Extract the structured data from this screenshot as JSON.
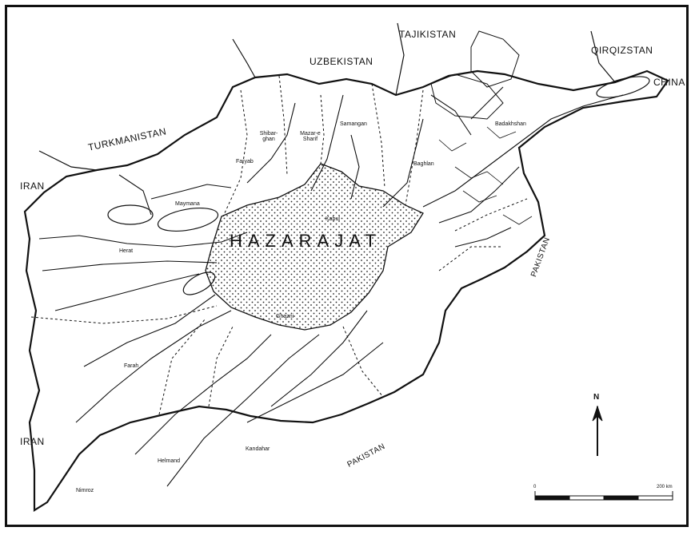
{
  "countries": {
    "tajikistan": "TAJIKISTAN",
    "qirqizstan": "QIRQIZSTAN",
    "china": "CHINA",
    "uzbekistan": "UZBEKISTAN",
    "turkmanistan": "TURKMANISTAN",
    "iran_north": "IRAN",
    "iran_south": "IRAN",
    "pakistan_east": "PAKISTAN",
    "pakistan_south": "PAKISTAN"
  },
  "cities": {
    "samangan": "Samangan",
    "badakhshan": "Badakhshan",
    "baghlan": "Baghlan",
    "shibarghan": "Shibar-ghan",
    "mazar_sharif": "Mazar-e Sharif",
    "faryab": "Faryab",
    "maymana": "Maymana",
    "herat": "Herat",
    "kabul": "Kabul",
    "ghazni": "Ghazni",
    "farah": "Farah",
    "helmand": "Helmand",
    "kandahar": "Kandahar",
    "nimroz": "Nimroz"
  },
  "region_label": "HAZARAJAT",
  "north_label": "N",
  "scale": {
    "start": "0",
    "end": "200 km"
  },
  "colors": {
    "ink": "#111111",
    "background": "#ffffff",
    "hazarajat_stipple": "#222222"
  }
}
